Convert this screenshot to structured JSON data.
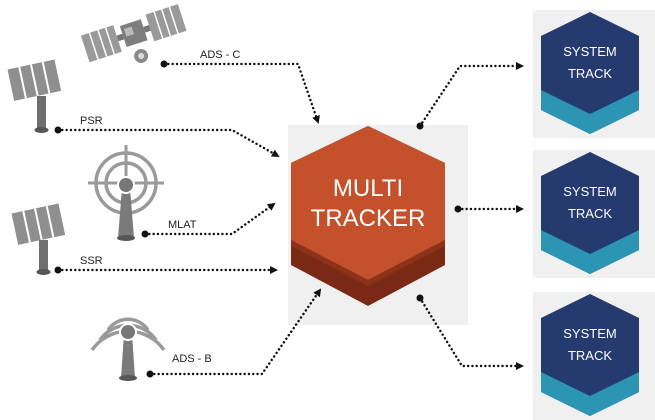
{
  "sources": {
    "ads_c": "ADS - C",
    "psr": "PSR",
    "mlat": "MLAT",
    "ssr": "SSR",
    "ads_b": "ADS - B"
  },
  "tracker": {
    "line1": "MULTI",
    "line2": "TRACKER"
  },
  "outputs": [
    {
      "line1": "SYSTEM",
      "line2": "TRACK"
    },
    {
      "line1": "SYSTEM",
      "line2": "TRACK"
    },
    {
      "line1": "SYSTEM",
      "line2": "TRACK"
    }
  ],
  "colors": {
    "tracker_top": "#c5502c",
    "tracker_side": "#7a2a14",
    "output_top": "#253a6e",
    "output_band": "#2c95b4",
    "panel": "#f0f0f0",
    "sensor": "#8a8a8a"
  },
  "icons": [
    "satellite-icon",
    "radar-dish-icon",
    "crosshair-antenna-icon",
    "broadcast-antenna-icon"
  ]
}
